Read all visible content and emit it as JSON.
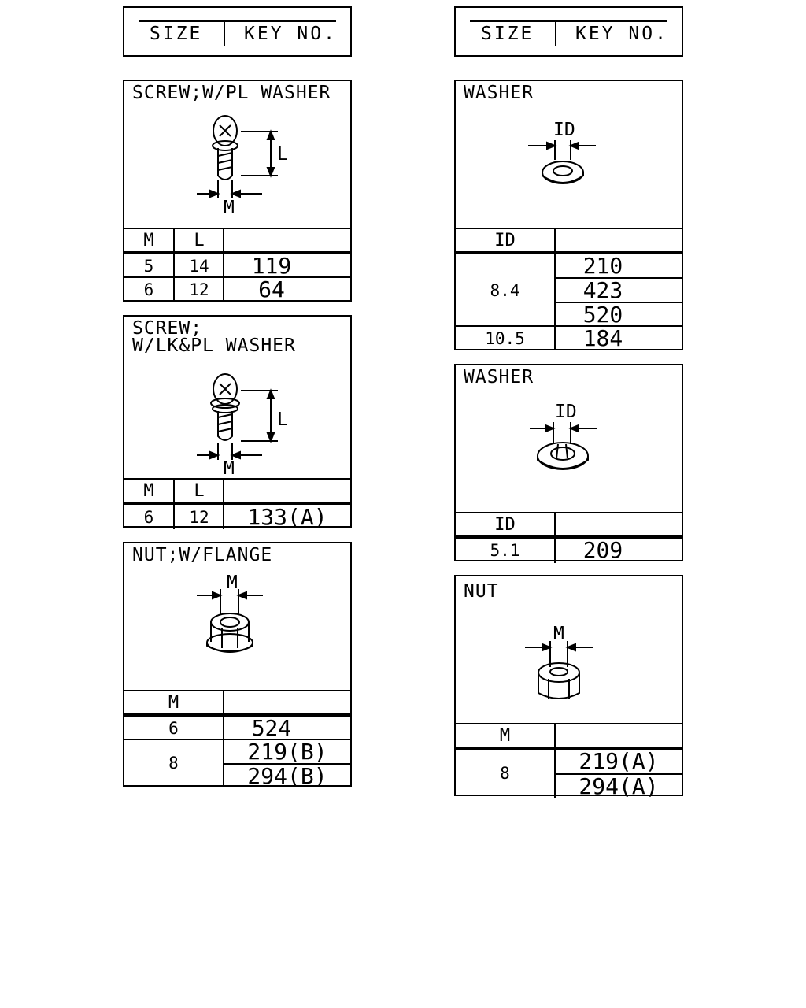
{
  "legend": {
    "size_label": "SIZE",
    "key_label": "KEY NO."
  },
  "parts": {
    "screw_pl_washer": {
      "title": "SCREW;W/PL WASHER",
      "dim_m": "M",
      "dim_l": "L",
      "columns": [
        "M",
        "L",
        ""
      ],
      "rows": [
        {
          "m": "5",
          "l": "14",
          "key": "119"
        },
        {
          "m": "6",
          "l": "12",
          "key": "64"
        }
      ]
    },
    "screw_lk_pl_washer": {
      "title_line1": "SCREW;",
      "title_line2": "W/LK&PL WASHER",
      "dim_m": "M",
      "dim_l": "L",
      "columns": [
        "M",
        "L",
        ""
      ],
      "rows": [
        {
          "m": "6",
          "l": "12",
          "key": "133(A)"
        }
      ]
    },
    "nut_flange": {
      "title": "NUT;W/FLANGE",
      "dim_m": "M",
      "columns": [
        "M",
        ""
      ],
      "rows": [
        {
          "m": "6",
          "keys": [
            "524"
          ]
        },
        {
          "m": "8",
          "keys": [
            "219(B)",
            "294(B)"
          ]
        }
      ]
    },
    "washer_1": {
      "title": "WASHER",
      "dim_id": "ID",
      "columns": [
        "ID",
        ""
      ],
      "rows": [
        {
          "id": "8.4",
          "keys": [
            "210",
            "423",
            "520"
          ]
        },
        {
          "id": "10.5",
          "keys": [
            "184"
          ]
        }
      ]
    },
    "washer_2": {
      "title": "WASHER",
      "dim_id": "ID",
      "columns": [
        "ID",
        ""
      ],
      "rows": [
        {
          "id": "5.1",
          "keys": [
            "209"
          ]
        }
      ]
    },
    "nut": {
      "title": "NUT",
      "dim_m": "M",
      "columns": [
        "M",
        ""
      ],
      "rows": [
        {
          "m": "8",
          "keys": [
            "219(A)",
            "294(A)"
          ]
        }
      ]
    }
  }
}
